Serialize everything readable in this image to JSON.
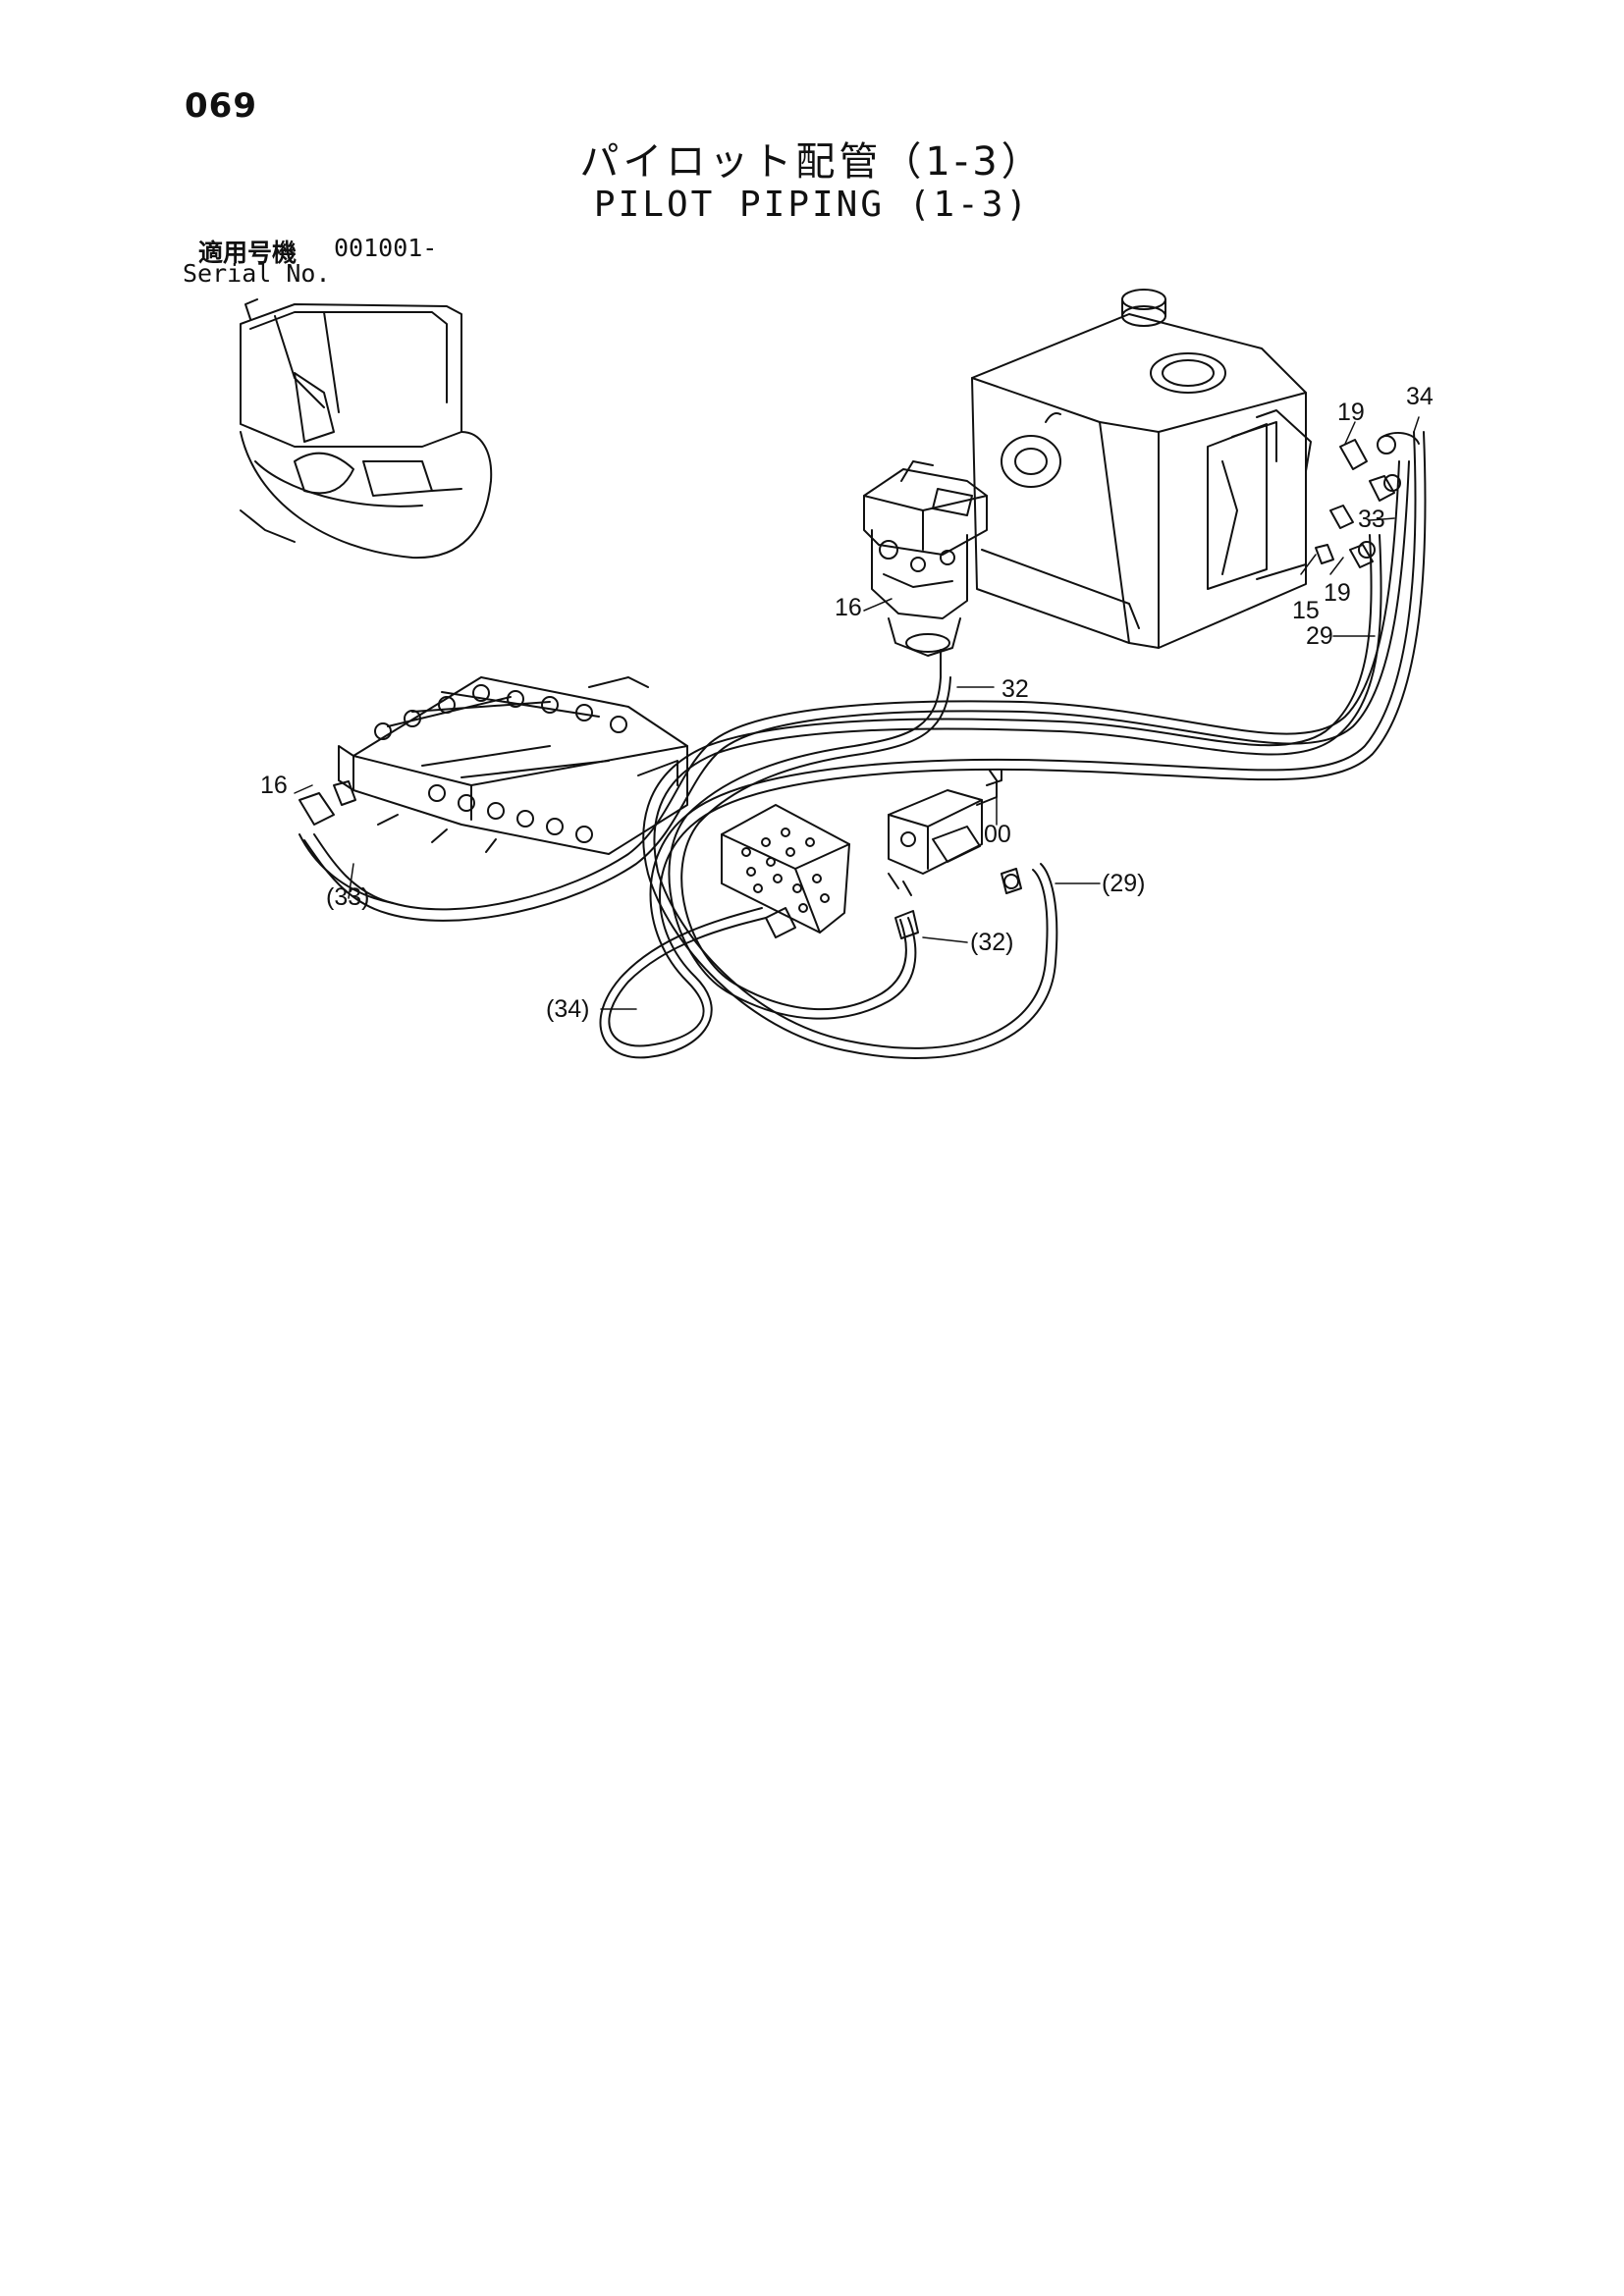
{
  "page_number": "069",
  "title_jp": "パイロット配管（1-3）",
  "title_en": "PILOT PIPING (1-3)",
  "serial": {
    "label_jp": "適用号機",
    "value": "001001-",
    "label_en": "Serial No."
  },
  "callouts": {
    "c16_top": "16",
    "c32": "32",
    "c19_a": "19",
    "c34": "34",
    "c33": "33",
    "c15": "15",
    "c19_b": "19",
    "c29": "29",
    "c16_left": "16",
    "c33_ref": "(33)",
    "c00": "00",
    "c29_ref": "(29)",
    "c32_ref": "(32)",
    "c34_ref": "(34)"
  },
  "colors": {
    "ink": "#111111",
    "paper": "#ffffff"
  }
}
